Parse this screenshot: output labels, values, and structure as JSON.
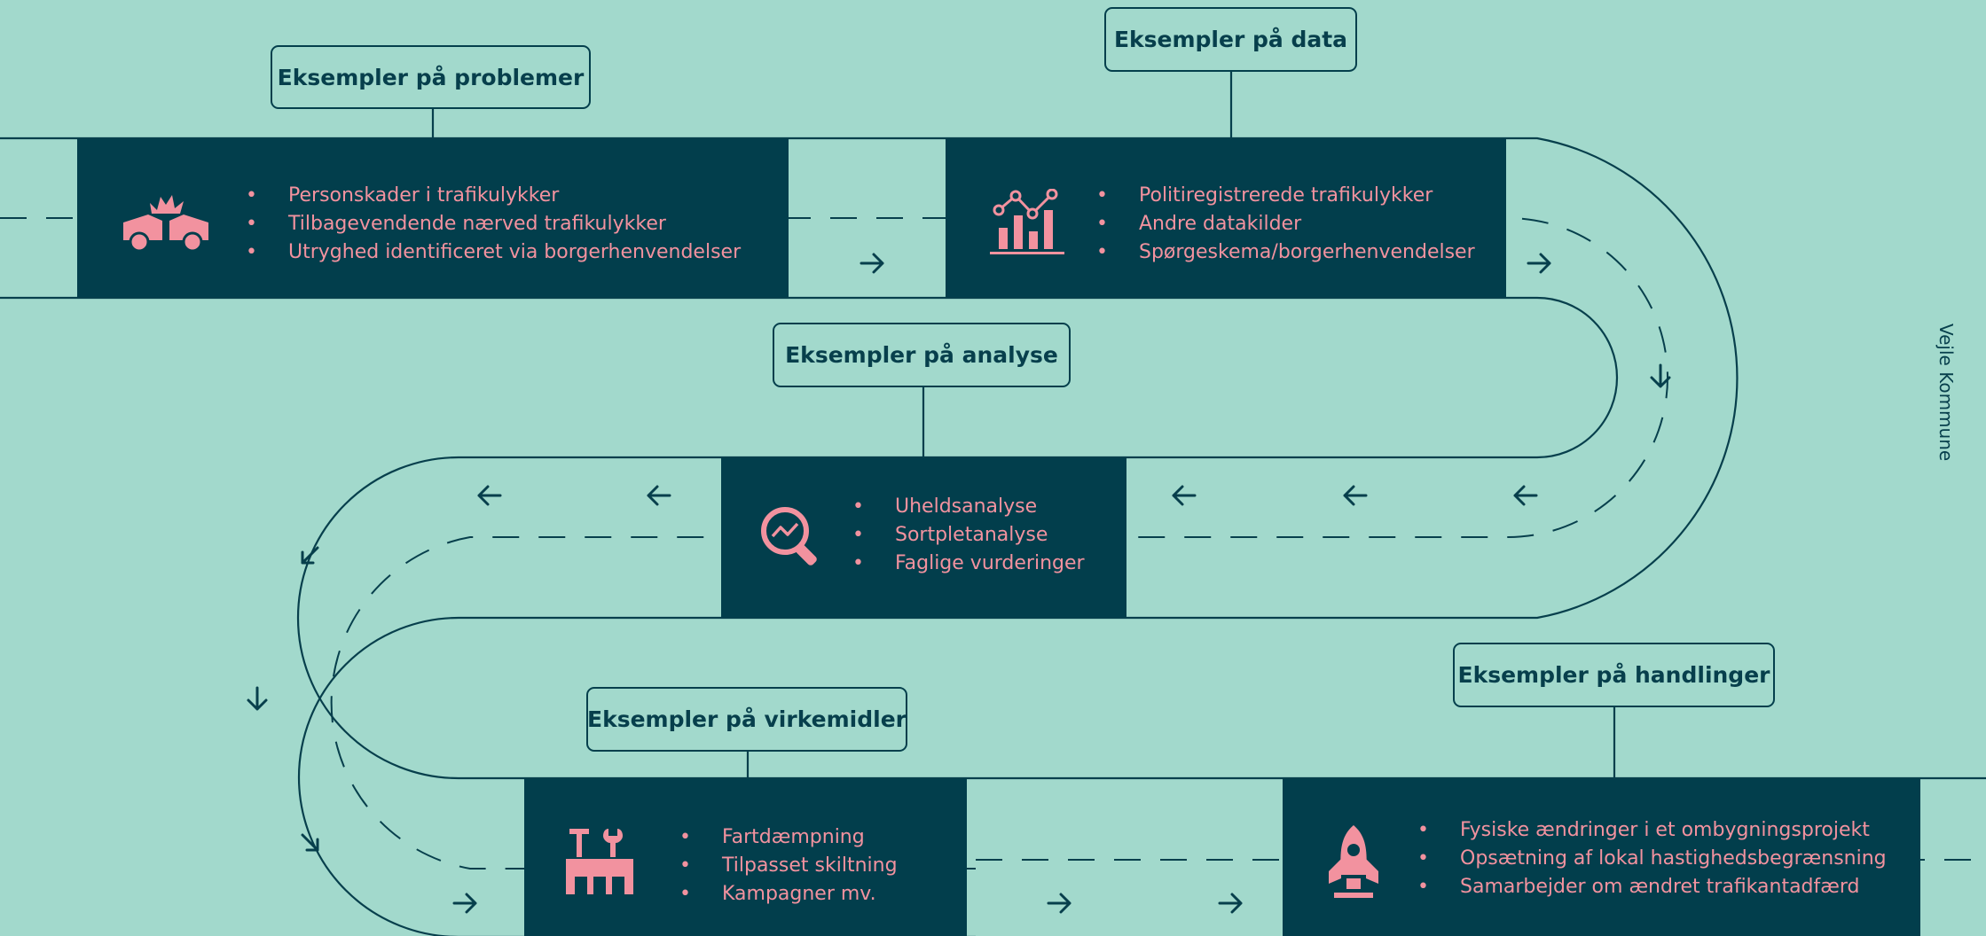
{
  "colors": {
    "background": "#a2d9cc",
    "panel": "#023e4c",
    "line": "#073f4c",
    "accent": "#f2929f"
  },
  "side_text": "Vejle Kommune",
  "stages": [
    {
      "label": "Eksempler på problemer",
      "icon": "car-crash-icon",
      "items": [
        "Personskader i trafikulykker",
        "Tilbagevendende nærved trafikulykker",
        "Utryghed identificeret via borgerhenvendelser"
      ]
    },
    {
      "label": "Eksempler på data",
      "icon": "bar-chart-icon",
      "items": [
        "Politiregistrerede trafikulykker",
        "Andre datakilder",
        "Spørgeskema/borgerhenvendelser"
      ]
    },
    {
      "label": "Eksempler på analyse",
      "icon": "magnifier-chart-icon",
      "items": [
        "Uheldsanalyse",
        "Sortpletanalyse",
        "Faglige vurderinger"
      ]
    },
    {
      "label": "Eksempler på virkemidler",
      "icon": "tools-building-icon",
      "items": [
        "Fartdæmpning",
        "Tilpasset skiltning",
        "Kampagner mv."
      ]
    },
    {
      "label": "Eksempler på handlinger",
      "icon": "rocket-icon",
      "items": [
        "Fysiske ændringer i et ombygningsprojekt",
        "Opsætning af lokal hastighedsbegrænsning",
        "Samarbejder om ændret trafikantadfærd"
      ]
    }
  ]
}
